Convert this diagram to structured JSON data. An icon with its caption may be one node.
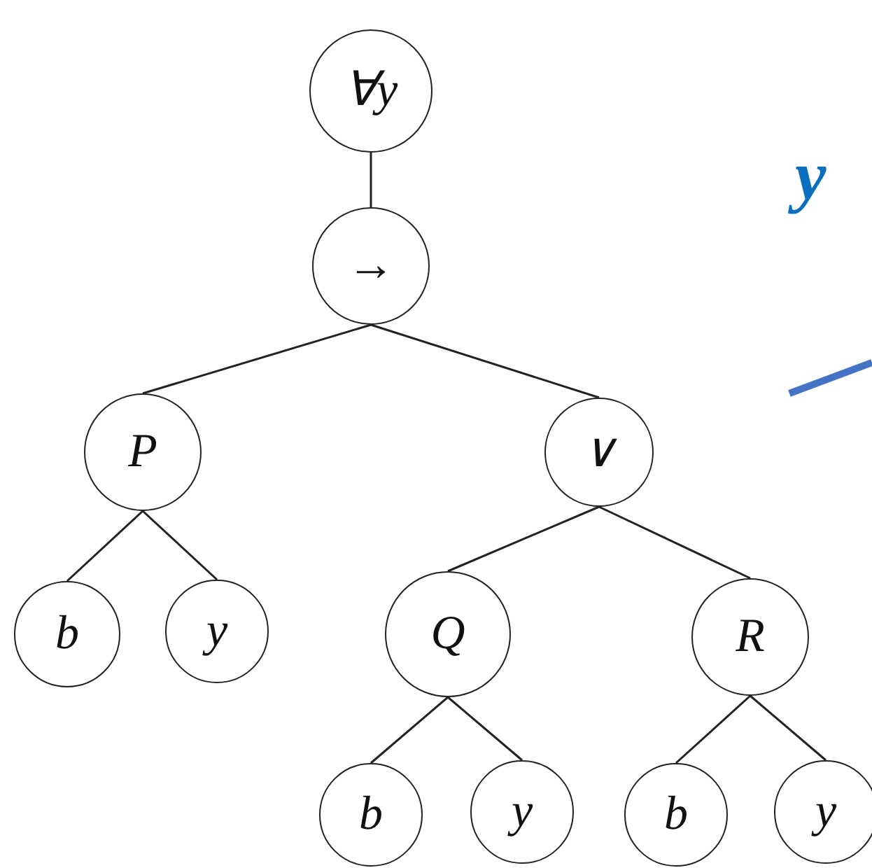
{
  "diagram": {
    "nodes": [
      {
        "text": [
          "∀y"
        ]
      },
      {
        "text": [
          "→"
        ]
      },
      {
        "text": [
          "P"
        ]
      },
      {
        "text": [
          "∨"
        ]
      },
      {
        "text": [
          "b"
        ]
      },
      {
        "text": [
          "y"
        ]
      },
      {
        "text": [
          "Q"
        ]
      },
      {
        "text": [
          "R"
        ]
      },
      {
        "text": [
          "b"
        ]
      },
      {
        "text": [
          "y"
        ]
      },
      {
        "text": [
          "b"
        ]
      },
      {
        "text": [
          "y"
        ]
      }
    ],
    "edges": [
      {
        "from": 0,
        "to": 1,
        "arrow": "none"
      },
      {
        "from": 1,
        "to": 2,
        "arrow": "none"
      },
      {
        "from": 1,
        "to": 3,
        "arrow": "none"
      },
      {
        "from": 2,
        "to": 4,
        "arrow": "none"
      },
      {
        "from": 2,
        "to": 5,
        "arrow": "none"
      },
      {
        "from": 3,
        "to": 6,
        "arrow": "none"
      },
      {
        "from": 3,
        "to": 7,
        "arrow": "none"
      },
      {
        "from": 6,
        "to": 8,
        "arrow": "none"
      },
      {
        "from": 6,
        "to": 9,
        "arrow": "none"
      },
      {
        "from": 7,
        "to": 10,
        "arrow": "none"
      },
      {
        "from": 7,
        "to": 11,
        "arrow": "none"
      }
    ],
    "labels": [
      "y"
    ]
  }
}
